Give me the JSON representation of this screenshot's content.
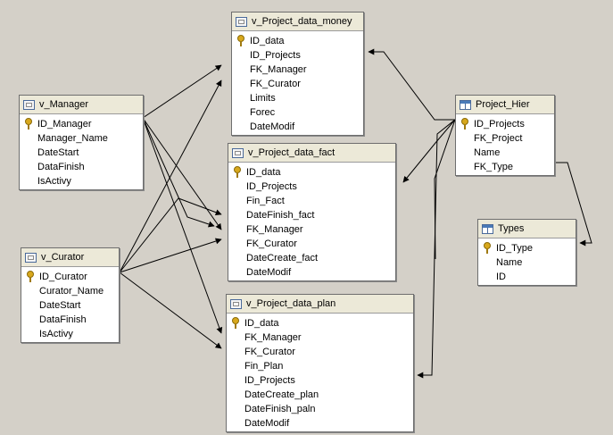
{
  "tables": [
    {
      "id": "v_project_data_money",
      "kind": "view",
      "title": "v_Project_data_money",
      "columns": [
        {
          "name": "ID_data",
          "key": true
        },
        {
          "name": "ID_Projects",
          "key": false
        },
        {
          "name": "FK_Manager",
          "key": false
        },
        {
          "name": "FK_Curator",
          "key": false
        },
        {
          "name": "Limits",
          "key": false
        },
        {
          "name": "Forec",
          "key": false
        },
        {
          "name": "DateModif",
          "key": false
        }
      ]
    },
    {
      "id": "v_manager",
      "kind": "view",
      "title": "v_Manager",
      "columns": [
        {
          "name": "ID_Manager",
          "key": true
        },
        {
          "name": "Manager_Name",
          "key": false
        },
        {
          "name": "DateStart",
          "key": false
        },
        {
          "name": "DataFinish",
          "key": false
        },
        {
          "name": "IsActivy",
          "key": false
        }
      ]
    },
    {
      "id": "project_hier",
      "kind": "table",
      "title": "Project_Hier",
      "columns": [
        {
          "name": "ID_Projects",
          "key": true
        },
        {
          "name": "FK_Project",
          "key": false
        },
        {
          "name": "Name",
          "key": false
        },
        {
          "name": "FK_Type",
          "key": false
        }
      ]
    },
    {
      "id": "v_project_data_fact",
      "kind": "view",
      "title": "v_Project_data_fact",
      "columns": [
        {
          "name": "ID_data",
          "key": true
        },
        {
          "name": "ID_Projects",
          "key": false
        },
        {
          "name": "Fin_Fact",
          "key": false
        },
        {
          "name": "DateFinish_fact",
          "key": false
        },
        {
          "name": "FK_Manager",
          "key": false
        },
        {
          "name": "FK_Curator",
          "key": false
        },
        {
          "name": "DateCreate_fact",
          "key": false
        },
        {
          "name": "DateModif",
          "key": false
        }
      ]
    },
    {
      "id": "types",
      "kind": "table",
      "title": "Types",
      "columns": [
        {
          "name": "ID_Type",
          "key": true
        },
        {
          "name": "Name",
          "key": false
        },
        {
          "name": "ID",
          "key": false
        }
      ]
    },
    {
      "id": "v_curator",
      "kind": "view",
      "title": "v_Curator",
      "columns": [
        {
          "name": "ID_Curator",
          "key": true
        },
        {
          "name": "Curator_Name",
          "key": false
        },
        {
          "name": "DateStart",
          "key": false
        },
        {
          "name": "DataFinish",
          "key": false
        },
        {
          "name": "IsActivy",
          "key": false
        }
      ]
    },
    {
      "id": "v_project_data_plan",
      "kind": "view",
      "title": "v_Project_data_plan",
      "columns": [
        {
          "name": "ID_data",
          "key": true
        },
        {
          "name": "FK_Manager",
          "key": false
        },
        {
          "name": "FK_Curator",
          "key": false
        },
        {
          "name": "Fin_Plan",
          "key": false
        },
        {
          "name": "ID_Projects",
          "key": false
        },
        {
          "name": "DateCreate_plan",
          "key": false
        },
        {
          "name": "DateFinish_paln",
          "key": false
        },
        {
          "name": "DateModif",
          "key": false
        }
      ]
    }
  ],
  "colors": {
    "canvas": "#d4d0c8",
    "header": "#ece9d8",
    "line": "#000000"
  }
}
